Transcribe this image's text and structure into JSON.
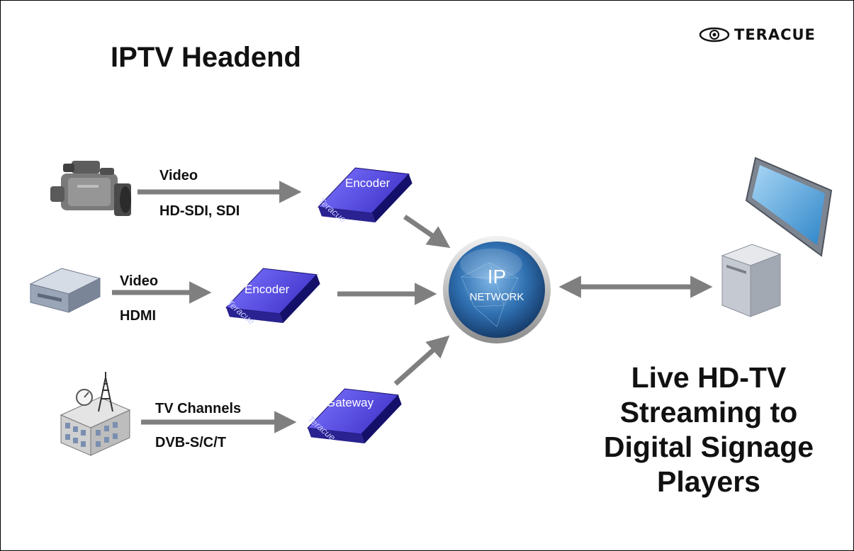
{
  "title": "IPTV Headend",
  "brand": {
    "name": "TERACUE",
    "logo_icon": "eye-icon"
  },
  "sources": [
    {
      "icon": "camcorder-icon",
      "label": "Video",
      "sublabel": "HD-SDI, SDI",
      "device": "Encoder",
      "device_brand": "Teracue"
    },
    {
      "icon": "player-box-icon",
      "label": "Video",
      "sublabel": "HDMI",
      "device": "Encoder",
      "device_brand": "Teracue"
    },
    {
      "icon": "broadcast-building-icon",
      "label": "TV Channels",
      "sublabel": "DVB-S/C/T",
      "device": "Gateway",
      "device_brand": "Teracue"
    }
  ],
  "network": {
    "main": "IP",
    "sub": "NETWORK"
  },
  "destination": {
    "icon": "computer-monitor-icon"
  },
  "headline": [
    "Live HD-TV",
    "Streaming to",
    "Digital Signage",
    "Players"
  ],
  "colors": {
    "arrow": "#7f7f7f",
    "device_top": "#5a4fe0",
    "device_side": "#1a1470",
    "network": "#2f6fb0"
  }
}
